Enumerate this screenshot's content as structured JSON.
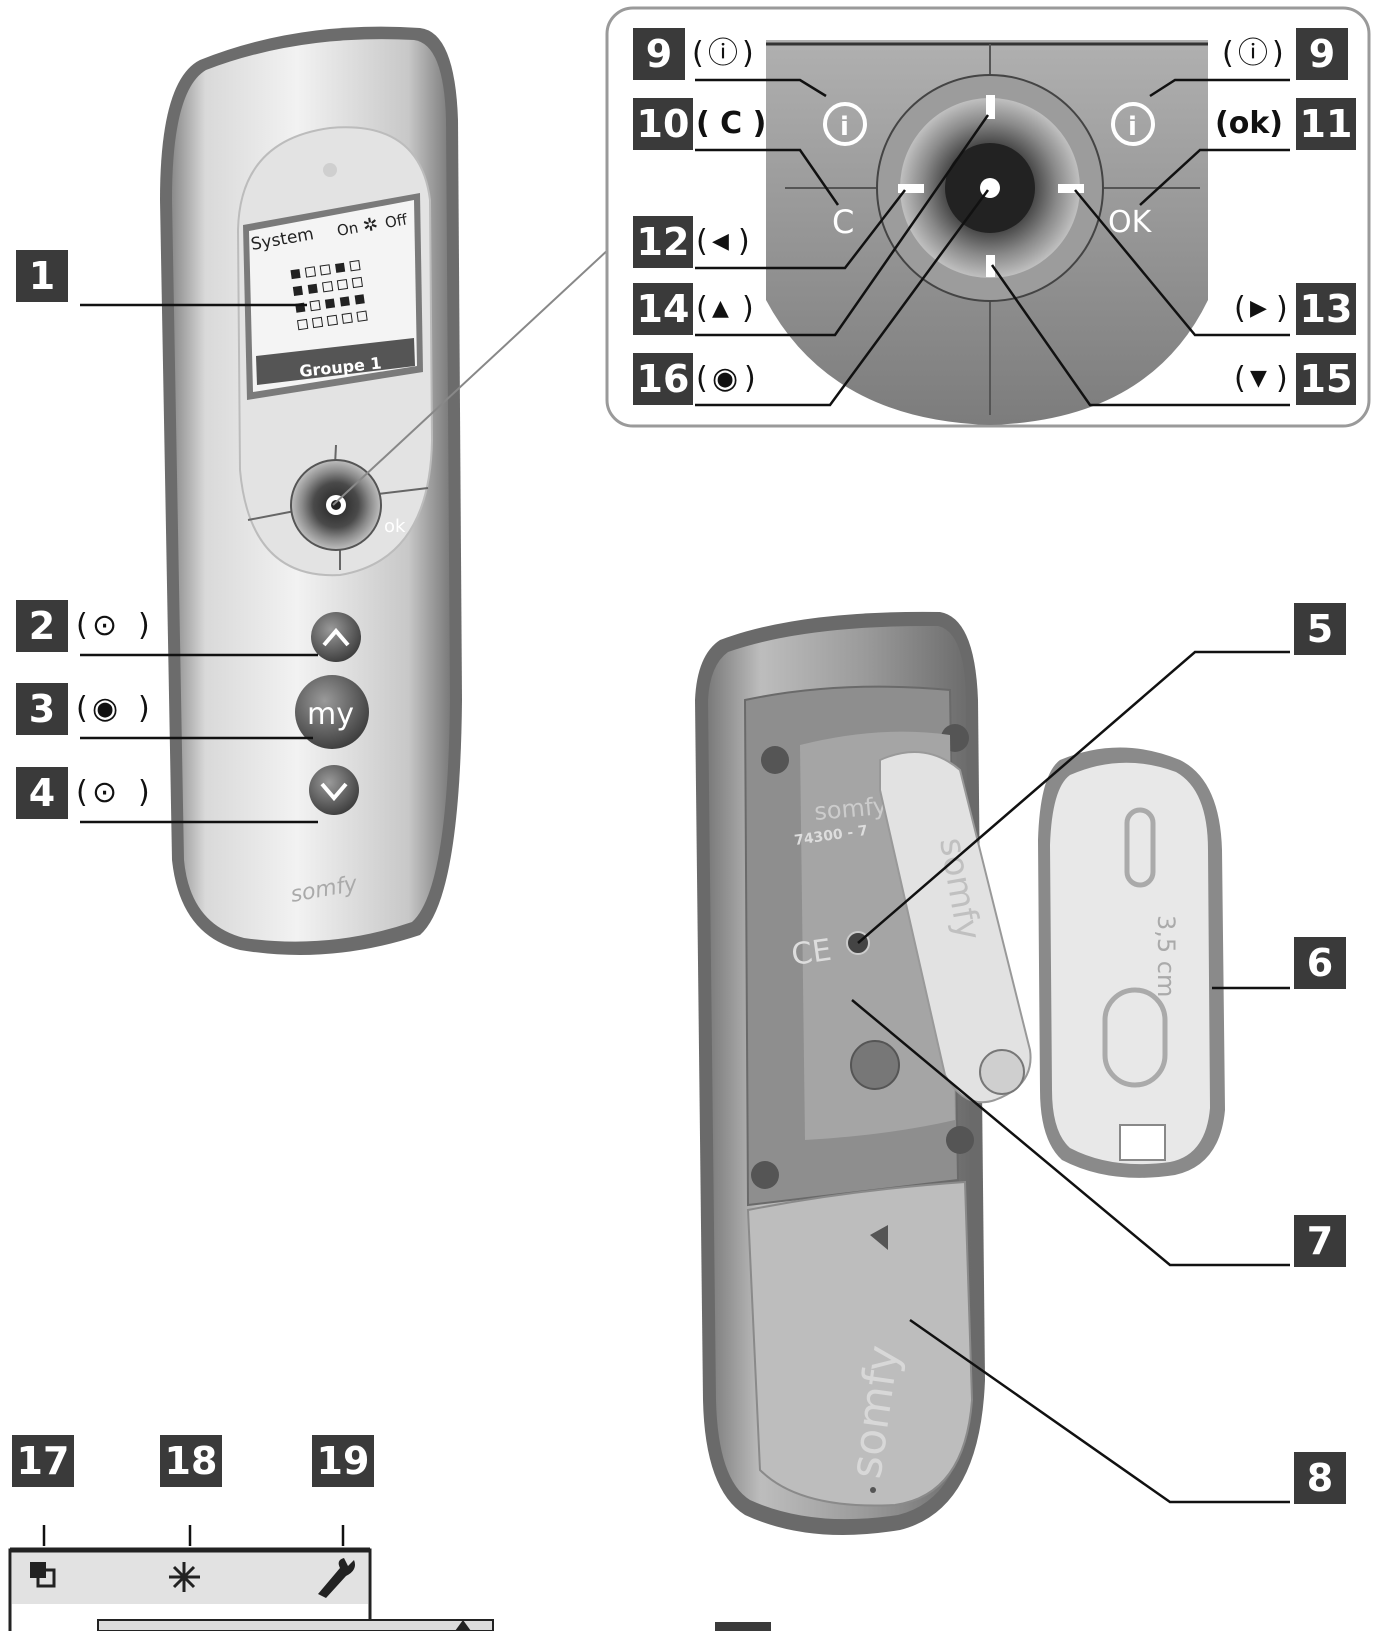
{
  "remote": {
    "screen_title": "System",
    "screen_on": "On",
    "screen_off": "Off",
    "screen_group": "Groupe 1",
    "ok_label": "ok",
    "my_label": "my",
    "brand": "somfy",
    "back_brand": "somfy",
    "back_code": "74300 - 7",
    "ce_mark": "CE",
    "cover_text": "3,5 cm"
  },
  "zoom": {
    "c_label": "C",
    "ok_label": "OK",
    "info_glyph": "i"
  },
  "callouts": {
    "n1": "1",
    "n2": "2",
    "n3": "3",
    "n4": "4",
    "n5": "5",
    "n6": "6",
    "n7": "7",
    "n8": "8",
    "n9a": "9",
    "n9b": "9",
    "n10": "10",
    "n11": "11",
    "n12": "12",
    "n13": "13",
    "n14": "14",
    "n15": "15",
    "n16": "16",
    "n17": "17",
    "n18": "18",
    "n19": "19"
  },
  "callout_text": {
    "c10": "( C )",
    "c11": "(ok)",
    "c12_l": "(",
    "c12_r": ")",
    "c13_l": "(",
    "c13_r": ")",
    "c14_l": "(",
    "c14_r": ")",
    "c15_l": "(",
    "c15_r": ")",
    "c16_l": "(",
    "c16_r": ")",
    "c9a_l": "(",
    "c9a_r": ")",
    "c9b_l": "(",
    "c9b_r": ")",
    "c2_l": "(",
    "c2_r": ")",
    "c3_l": "(",
    "c3_r": ")",
    "c4_l": "(",
    "c4_r": ")"
  },
  "icons": {
    "i17": "layers-icon",
    "i18": "sun-sensor-icon",
    "i19": "wrench-icon"
  },
  "colors": {
    "callout_bg": "#3a3a3a",
    "body_light": "#d8d8d8",
    "body_dark": "#6a6a6a"
  }
}
